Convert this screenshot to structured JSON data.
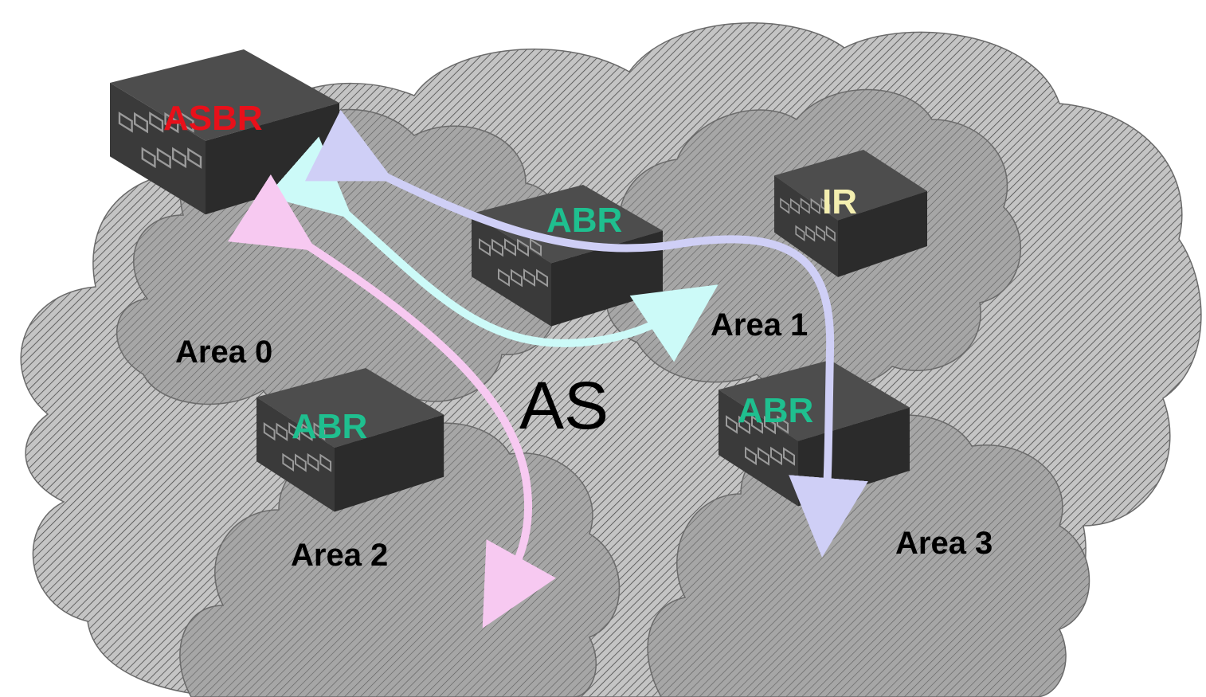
{
  "diagram": {
    "as_label": "AS",
    "areas": [
      {
        "id": "area0",
        "label": "Area 0"
      },
      {
        "id": "area1",
        "label": "Area 1"
      },
      {
        "id": "area2",
        "label": "Area 2"
      },
      {
        "id": "area3",
        "label": "Area 3"
      }
    ],
    "routers": [
      {
        "id": "asbr",
        "label": "ASBR",
        "label_color": "#e8101a"
      },
      {
        "id": "abr-center",
        "label": "ABR",
        "label_color": "#1fbf8f"
      },
      {
        "id": "ir",
        "label": "IR",
        "label_color": "#f4efb0"
      },
      {
        "id": "abr-bottom-left",
        "label": "ABR",
        "label_color": "#1fbf8f"
      },
      {
        "id": "abr-right",
        "label": "ABR",
        "label_color": "#1fbf8f"
      }
    ],
    "links": [
      {
        "from": "asbr",
        "to": "area1",
        "color": "#ccfaf8"
      },
      {
        "from": "asbr",
        "to": "area3",
        "color": "#cfcff6"
      },
      {
        "from": "asbr",
        "to": "area2",
        "color": "#f7c9f1"
      }
    ],
    "colors": {
      "cloud_fill": "#a8a8a8",
      "cloud_hatch": "#555555",
      "router_body": "#4b4b4b"
    }
  }
}
